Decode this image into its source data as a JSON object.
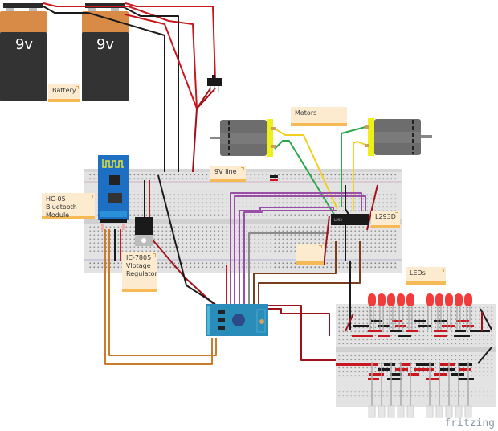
{
  "diagram": {
    "tool_watermark": "fritzing",
    "components": {
      "battery_1": {
        "label": "9v",
        "type": "9V battery"
      },
      "battery_2": {
        "label": "9v",
        "type": "9V battery"
      },
      "switch": {
        "type": "slide switch"
      },
      "motor_left": {
        "type": "DC motor"
      },
      "motor_right": {
        "type": "DC motor"
      },
      "bluetooth": {
        "type": "HC-05 Bluetooth module"
      },
      "regulator": {
        "type": "IC-7805 voltage regulator"
      },
      "driver_ic": {
        "type": "L293D",
        "marking": "L293"
      },
      "microcontroller": {
        "type": "Arduino Pro Mini"
      },
      "led_count": 10,
      "led_color": "#f23b3b"
    },
    "notes": {
      "battery": "Battery",
      "bluetooth": "HC-05 Bluetooth Module",
      "regulator": "IC-7805 Vlotage Regulator",
      "nine_v_line": "9V line",
      "motors": "Motors",
      "l293d": "L293D",
      "blank": "",
      "leds": "LEDs"
    },
    "colors": {
      "wire_red": "#c8171e",
      "wire_black": "#1a1a1a",
      "wire_green": "#2aa84a",
      "wire_yellow": "#f0d020",
      "wire_purple": "#9a4ea8",
      "wire_brown": "#7a3e1c",
      "wire_orange": "#cc7a2c",
      "wire_gray": "#8a8a8a",
      "breadboard": "#e3e3e3",
      "note_bg": "#fdebcf",
      "note_border": "#f5b955"
    }
  }
}
